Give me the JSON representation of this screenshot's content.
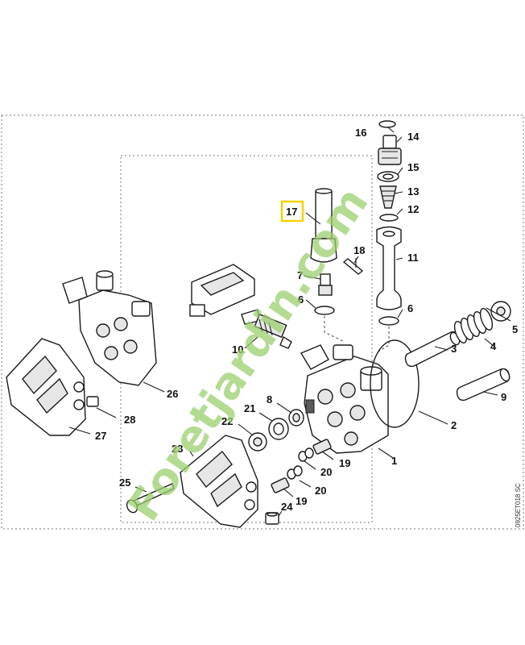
{
  "watermark": {
    "text": "Foretjardin.com",
    "colors": {
      "green": "#9ccf6e",
      "brown": "#c7ad93"
    }
  },
  "side_code": "0925ET018 SC",
  "highlight_color": "#f2d400",
  "callouts": {
    "c1": "1",
    "c2": "2",
    "c3": "3",
    "c4": "4",
    "c5": "5",
    "c6a": "6",
    "c6b": "6",
    "c7": "7",
    "c8": "8",
    "c9": "9",
    "c10": "10",
    "c11": "11",
    "c12": "12",
    "c13": "13",
    "c14": "14",
    "c15": "15",
    "c16": "16",
    "c17": "17",
    "c18": "18",
    "c19a": "19",
    "c19b": "19",
    "c20a": "20",
    "c20b": "20",
    "c21": "21",
    "c22": "22",
    "c23": "23",
    "c24": "24",
    "c25": "25",
    "c26": "26",
    "c27": "27",
    "c28": "28"
  },
  "highlighted_part": "17"
}
